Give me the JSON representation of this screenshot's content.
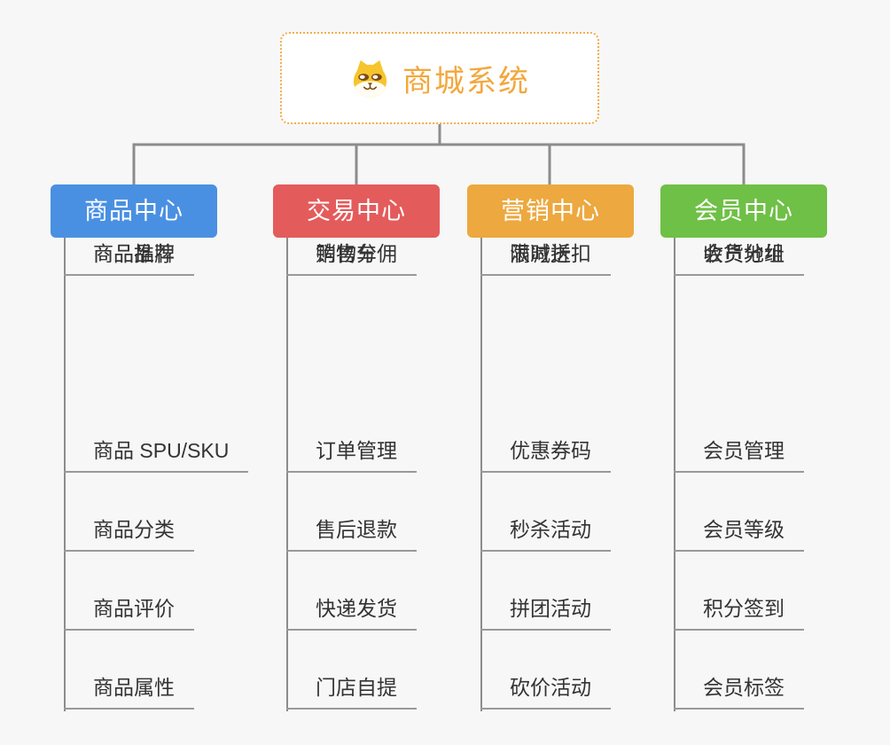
{
  "page": {
    "background": "#f7f7f7",
    "tree_line_color": "#8c8c8c",
    "underline_color": "#999999",
    "leaf_text_color": "#333333"
  },
  "root": {
    "label": "商城系统",
    "icon": "dog-face-icon",
    "text_color": "#f3a73c",
    "border_color": "#f1ae4d",
    "background": "#ffffff"
  },
  "branches": [
    {
      "id": "products",
      "label": "商品中心",
      "color": "#4a90e2",
      "items": [
        "商品 SPU/SKU",
        "商品分类",
        "商品评价",
        "商品属性",
        "商品推荐",
        "商品品牌"
      ]
    },
    {
      "id": "trade",
      "label": "交易中心",
      "color": "#e45b5b",
      "items": [
        "订单管理",
        "售后退款",
        "快递发货",
        "门店自提",
        "购物车",
        "销售分佣"
      ]
    },
    {
      "id": "marketing",
      "label": "营销中心",
      "color": "#eda83f",
      "items": [
        "优惠券码",
        "秒杀活动",
        "拼团活动",
        "砍价活动",
        "限时折扣",
        "满减送"
      ]
    },
    {
      "id": "members",
      "label": "会员中心",
      "color": "#6fc046",
      "items": [
        "会员管理",
        "会员等级",
        "积分签到",
        "会员标签",
        "会员分组",
        "收货地址"
      ]
    }
  ]
}
